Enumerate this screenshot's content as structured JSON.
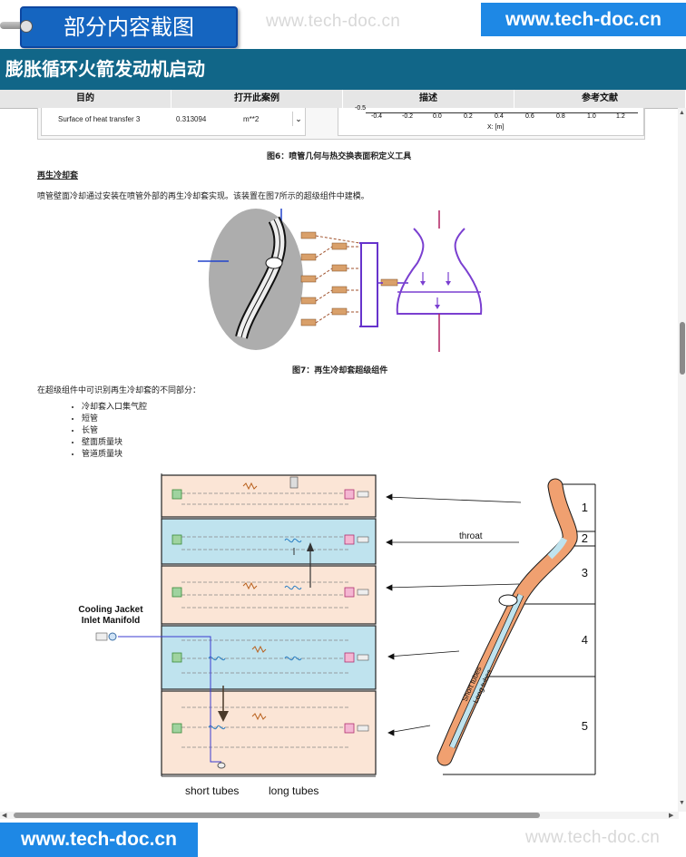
{
  "brand_tab": "部分内容截图",
  "watermark": "www.tech-doc.cn",
  "url_badge": "www.tech-doc.cn",
  "title": "膨胀循环火箭发动机启动",
  "nav": [
    "目的",
    "打开此案例",
    "描述",
    "参考文献"
  ],
  "table_row": {
    "name": "Surface of heat transfer 3",
    "value": "0.313094",
    "unit": "m**2"
  },
  "axis": {
    "ticks": [
      "-0.5",
      "-0.4",
      "-0.2",
      "0.0",
      "0.2",
      "0.4",
      "0.6",
      "0.8",
      "1.0",
      "1.2"
    ],
    "label": "X: [m]"
  },
  "fig6_caption": "图6：喷管几何与热交换表面积定义工具",
  "section_heading": "再生冷却套",
  "para1": "喷管壁面冷却通过安装在喷管外部的再生冷却套实现。该装置在图7所示的超级组件中建模。",
  "fig7_caption": "图7：再生冷却套超级组件",
  "para2": "在超级组件中可识别再生冷却套的不同部分：",
  "list_items": [
    "冷却套入口集气腔",
    "短管",
    "长管",
    "壁面质量块",
    "管道质量块"
  ],
  "diagram": {
    "inlet_label_line1": "Cooling Jacket",
    "inlet_label_line2": "Inlet Manifold",
    "throat_label": "throat",
    "zones": [
      "1",
      "2",
      "3",
      "4",
      "5"
    ],
    "short_tubes_label": "short tubes",
    "long_tubes_label": "long tubes",
    "tube_label_short": "Short tubes",
    "tube_label_long": "Long tubes"
  },
  "colors": {
    "title_bar": "#116688",
    "accent_blue": "#1e88e5",
    "zone_orange": "#fbe5d6",
    "zone_blue": "#bfe3ee",
    "nozzle_purple": "#7a3fd0"
  }
}
